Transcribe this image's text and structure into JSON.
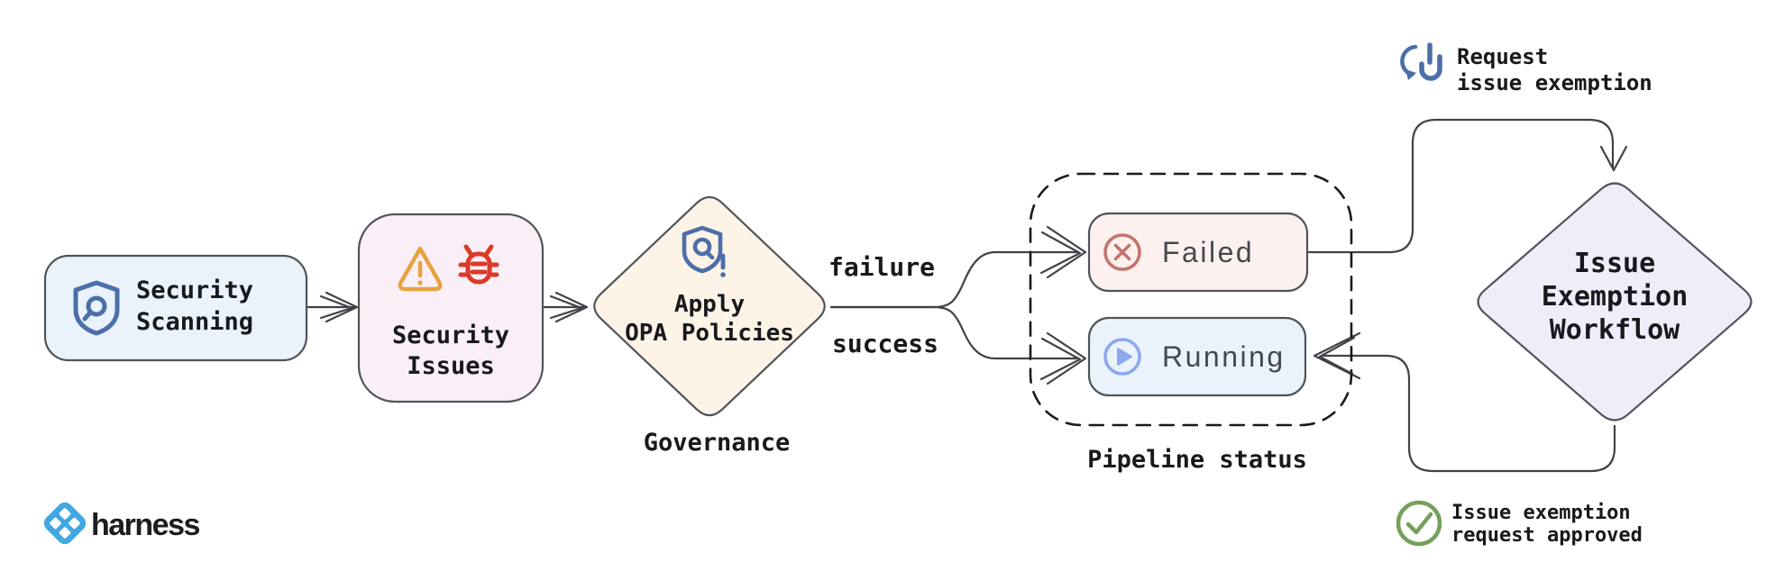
{
  "brand": {
    "wordmark": "harness"
  },
  "nodes": {
    "security_scanning": {
      "line1": "Security",
      "line2": "Scanning"
    },
    "security_issues": {
      "line1": "Security",
      "line2": "Issues"
    },
    "apply_opa_policies": {
      "line1": "Apply",
      "line2": "OPA Policies"
    },
    "governance_caption": "Governance",
    "failed": {
      "label": "Failed"
    },
    "running": {
      "label": "Running"
    },
    "pipeline_status_caption": "Pipeline status",
    "issue_exemption_workflow": {
      "line1": "Issue",
      "line2": "Exemption",
      "line3": "Workflow"
    }
  },
  "edges": {
    "failure_label": "failure",
    "success_label": "success"
  },
  "annotations": {
    "request_exemption": {
      "line1": "Request",
      "line2": "issue exemption"
    },
    "exemption_approved": {
      "line1": "Issue exemption",
      "line2": "request approved"
    }
  },
  "icons": {
    "security_scanning": "shield-search-icon",
    "security_issues_warning": "warning-triangle-icon",
    "security_issues_bug": "bug-icon",
    "apply_opa_policies": "shield-alert-icon",
    "failed": "x-circle-icon",
    "running": "play-circle-icon",
    "request_exemption": "tap-gesture-icon",
    "exemption_approved": "check-circle-icon",
    "brand": "harness-logo-icon"
  },
  "colors": {
    "scanning_fill": "#eaf2fb",
    "issues_fill": "#fbeff7",
    "opa_fill": "#fdf3e6",
    "failed_fill": "#fcf1ee",
    "running_fill": "#eaf3fc",
    "exemption_fill": "#f0edfa",
    "node_stroke": "#50555b",
    "edge_stroke": "#3f4348",
    "dashed_stroke": "#1a1a1a",
    "icon_blue": "#4c6ea9",
    "warning_orange": "#e8a33d",
    "bug_red": "#da3a28",
    "failed_red": "#c4756d",
    "running_blue": "#8ea8ee",
    "approved_green": "#74a05c",
    "brand_blue": "#42a7e2",
    "text_dark": "#17191d",
    "status_text": "#45484d"
  }
}
